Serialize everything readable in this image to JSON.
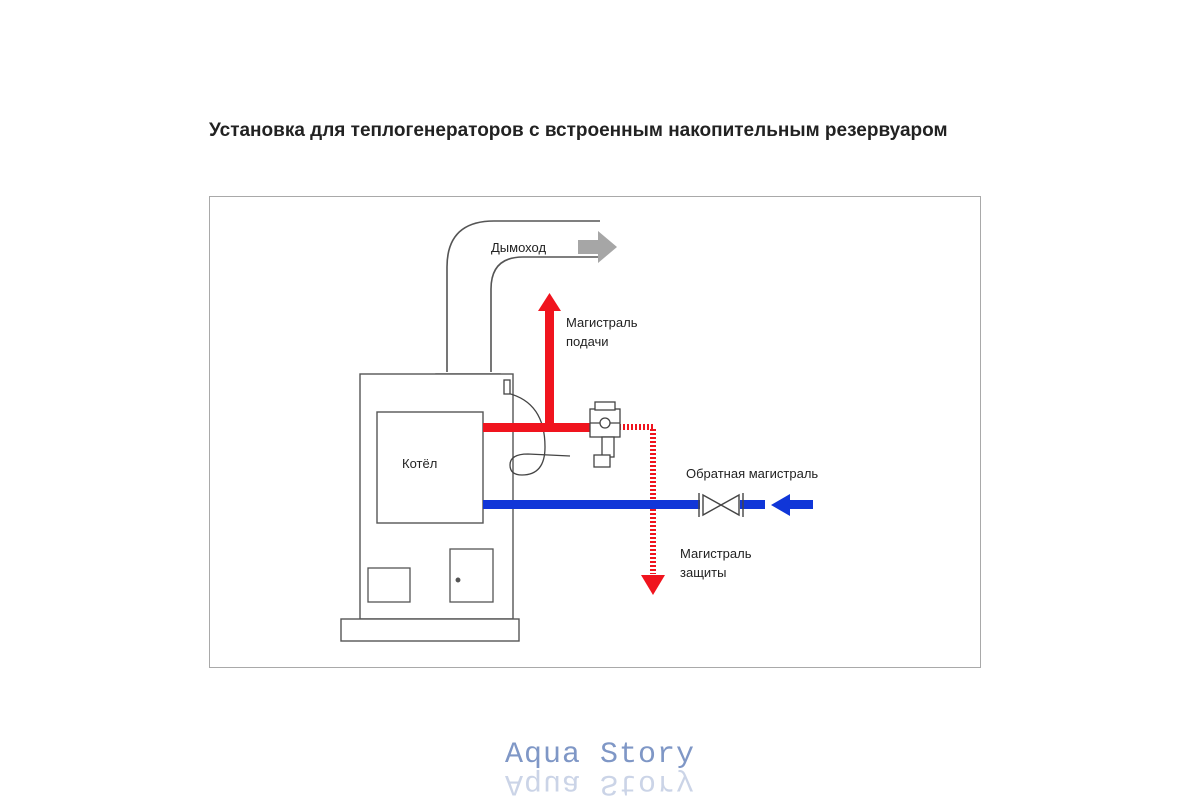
{
  "title": "Установка для теплогенераторов с встроенным накопительным резервуаром",
  "diagram": {
    "labels": {
      "chimney": "Дымоход",
      "supply_main": "Магистраль подачи",
      "boiler": "Котёл",
      "return_main": "Обратная магистраль",
      "protection_main": "Магистраль защиты"
    },
    "colors": {
      "supply": "#f0141e",
      "return": "#1036d8",
      "outline": "#555555",
      "chimney_arrow": "#a6a6a6"
    },
    "icons": [
      "flow-arrow-icon",
      "valve-icon",
      "mixing-valve-icon",
      "door-icon"
    ]
  },
  "watermark": {
    "text": "Aqua Story"
  }
}
